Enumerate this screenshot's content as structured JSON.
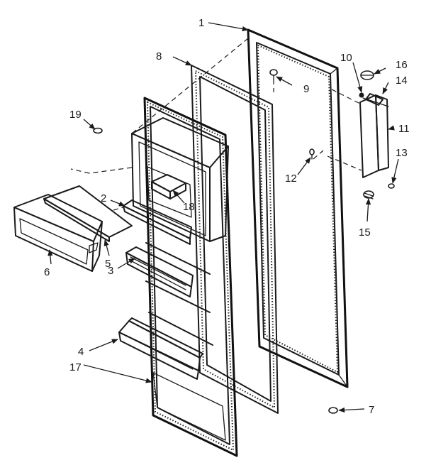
{
  "callouts": {
    "c1": "1",
    "c2": "2",
    "c3": "3",
    "c4": "4",
    "c5": "5",
    "c6": "6",
    "c7": "7",
    "c8": "8",
    "c9": "9",
    "c10": "10",
    "c11": "11",
    "c12": "12",
    "c13": "13",
    "c14": "14",
    "c15": "15",
    "c16": "16",
    "c17": "17",
    "c18": "18",
    "c19": "19"
  },
  "colors": {
    "line": "#1a1a1a",
    "background": "#ffffff"
  }
}
